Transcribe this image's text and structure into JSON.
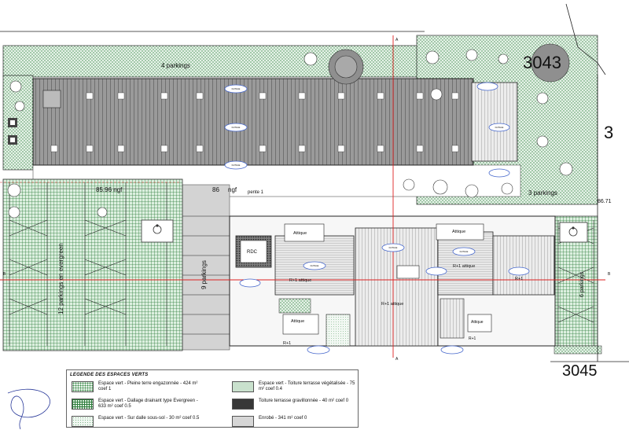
{
  "plan": {
    "parcel_numbers": [
      "3043",
      "3045",
      "3"
    ],
    "parkings": {
      "top": "4 parkings",
      "left": "12 parkings en evergreen",
      "center": "9 parkings",
      "right_top": "3 parkings",
      "right": "6 parkings"
    },
    "levels": {
      "ngf_left": "85.96 ngf",
      "ngf_center": "86",
      "ngf_center_suffix": "ngf",
      "ngf_right": "86.71",
      "pente": "pente 1"
    },
    "section_markers": [
      "A",
      "A",
      "B",
      "B"
    ],
    "rooms": {
      "rdc": "RDC",
      "attique_1": "Attique",
      "attique_2": "Attique",
      "attique_3": "Attique",
      "attique_4": "Attique",
      "r1_attique_1": "R+1 attique",
      "r1_attique_2": "R+1 attique",
      "r1_attique_3": "R+1 attique",
      "r1_1": "R+1",
      "r1_2": "R+1",
      "r1_3": "R+1"
    },
    "tag_word": "FAITAGE"
  },
  "legend": {
    "title": "LEGENDE DES ESPACES VERTS",
    "items": [
      {
        "text": "Espace vert - Pleine terre engazonnée - 424 m² coef 1"
      },
      {
        "text": "Espace vert - Dallage drainant type Evergreen - 633 m² coef 0.5"
      },
      {
        "text": "Espace vert - Sur dalle sous-sol - 30 m² coef 0.5"
      },
      {
        "text": "Espace vert - Toiture terrasse végétalisée - 75 m² coef 0.4"
      },
      {
        "text": "Toiture terrasse gravillonnée - 40 m² coef 0"
      },
      {
        "text": "Enrobé - 341 m² coef 0"
      }
    ]
  }
}
